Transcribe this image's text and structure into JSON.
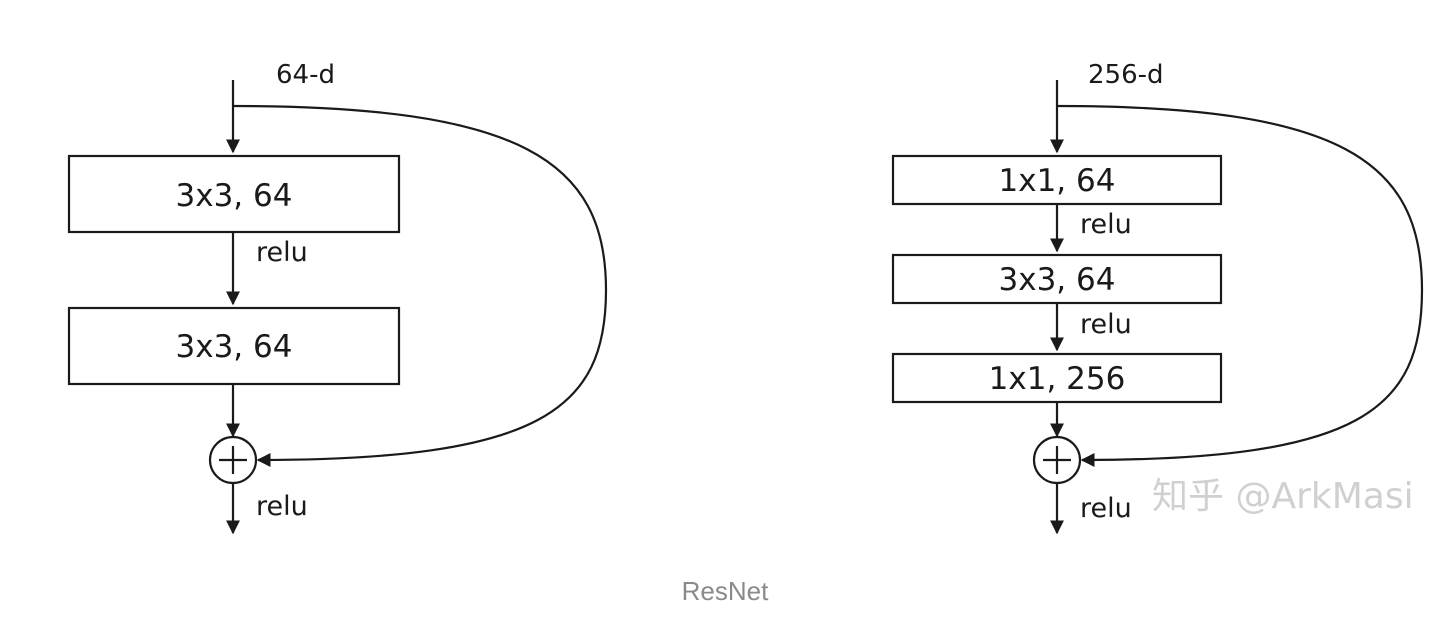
{
  "left_block": {
    "input_label": "64-d",
    "layer1": "3x3, 64",
    "relu1": "relu",
    "layer2": "3x3, 64",
    "relu_out": "relu"
  },
  "right_block": {
    "input_label": "256-d",
    "layer1": "1x1, 64",
    "relu1": "relu",
    "layer2": "3x3, 64",
    "relu2": "relu",
    "layer3": "1x1, 256",
    "relu_out": "relu"
  },
  "watermark": "知乎 @ArkMasi",
  "caption": "ResNet",
  "colors": {
    "stroke": "#1a1a1a",
    "caption": "#8a8a8a",
    "watermark": "#c8c8c8"
  }
}
